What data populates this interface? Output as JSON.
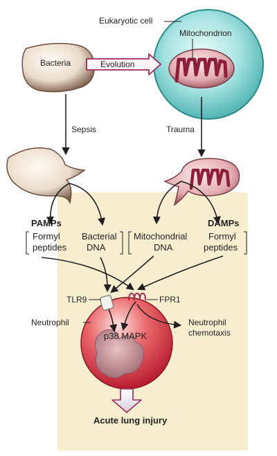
{
  "labels": {
    "eukaryotic_cell": "Eukaryotic cell",
    "mitochondrion": "Mitochondrion",
    "bacteria": "Bacteria",
    "evolution": "Evolution",
    "sepsis": "Sepsis",
    "trauma": "Trauma",
    "pamps": "PAMPs",
    "damps": "DAMPs",
    "pamps_formyl_1": "Formyl",
    "pamps_formyl_2": "peptides",
    "bacterial_dna_1": "Bacterial",
    "bacterial_dna_2": "DNA",
    "mito_dna_1": "Mitochondrial",
    "mito_dna_2": "DNA",
    "damps_formyl_1": "Formyl",
    "damps_formyl_2": "peptides",
    "tlr9": "TLR9",
    "fpr1": "FPR1",
    "neutrophil": "Neutrophil",
    "p38": "p38 MAPK",
    "chemotaxis_1": "Neutrophil",
    "chemotaxis_2": "chemotaxis",
    "outcome": "Acute lung injury"
  },
  "colors": {
    "cell_fill": "#8fd6d4",
    "cell_stroke": "#2a8a8a",
    "mito_fill": "#e8b8bd",
    "mito_cristae": "#8c1f3a",
    "bacteria_fill": "#f2e6d8",
    "bacteria_shade": "#8a6a55",
    "neutrophil_fill": "#d9323f",
    "neutrophil_highlight": "#f7c8c8",
    "nucleus_fill": "#c79aa0",
    "background_panel": "#f7efcf",
    "arrow_outline": "#9a2c5c",
    "text": "#231f20"
  }
}
